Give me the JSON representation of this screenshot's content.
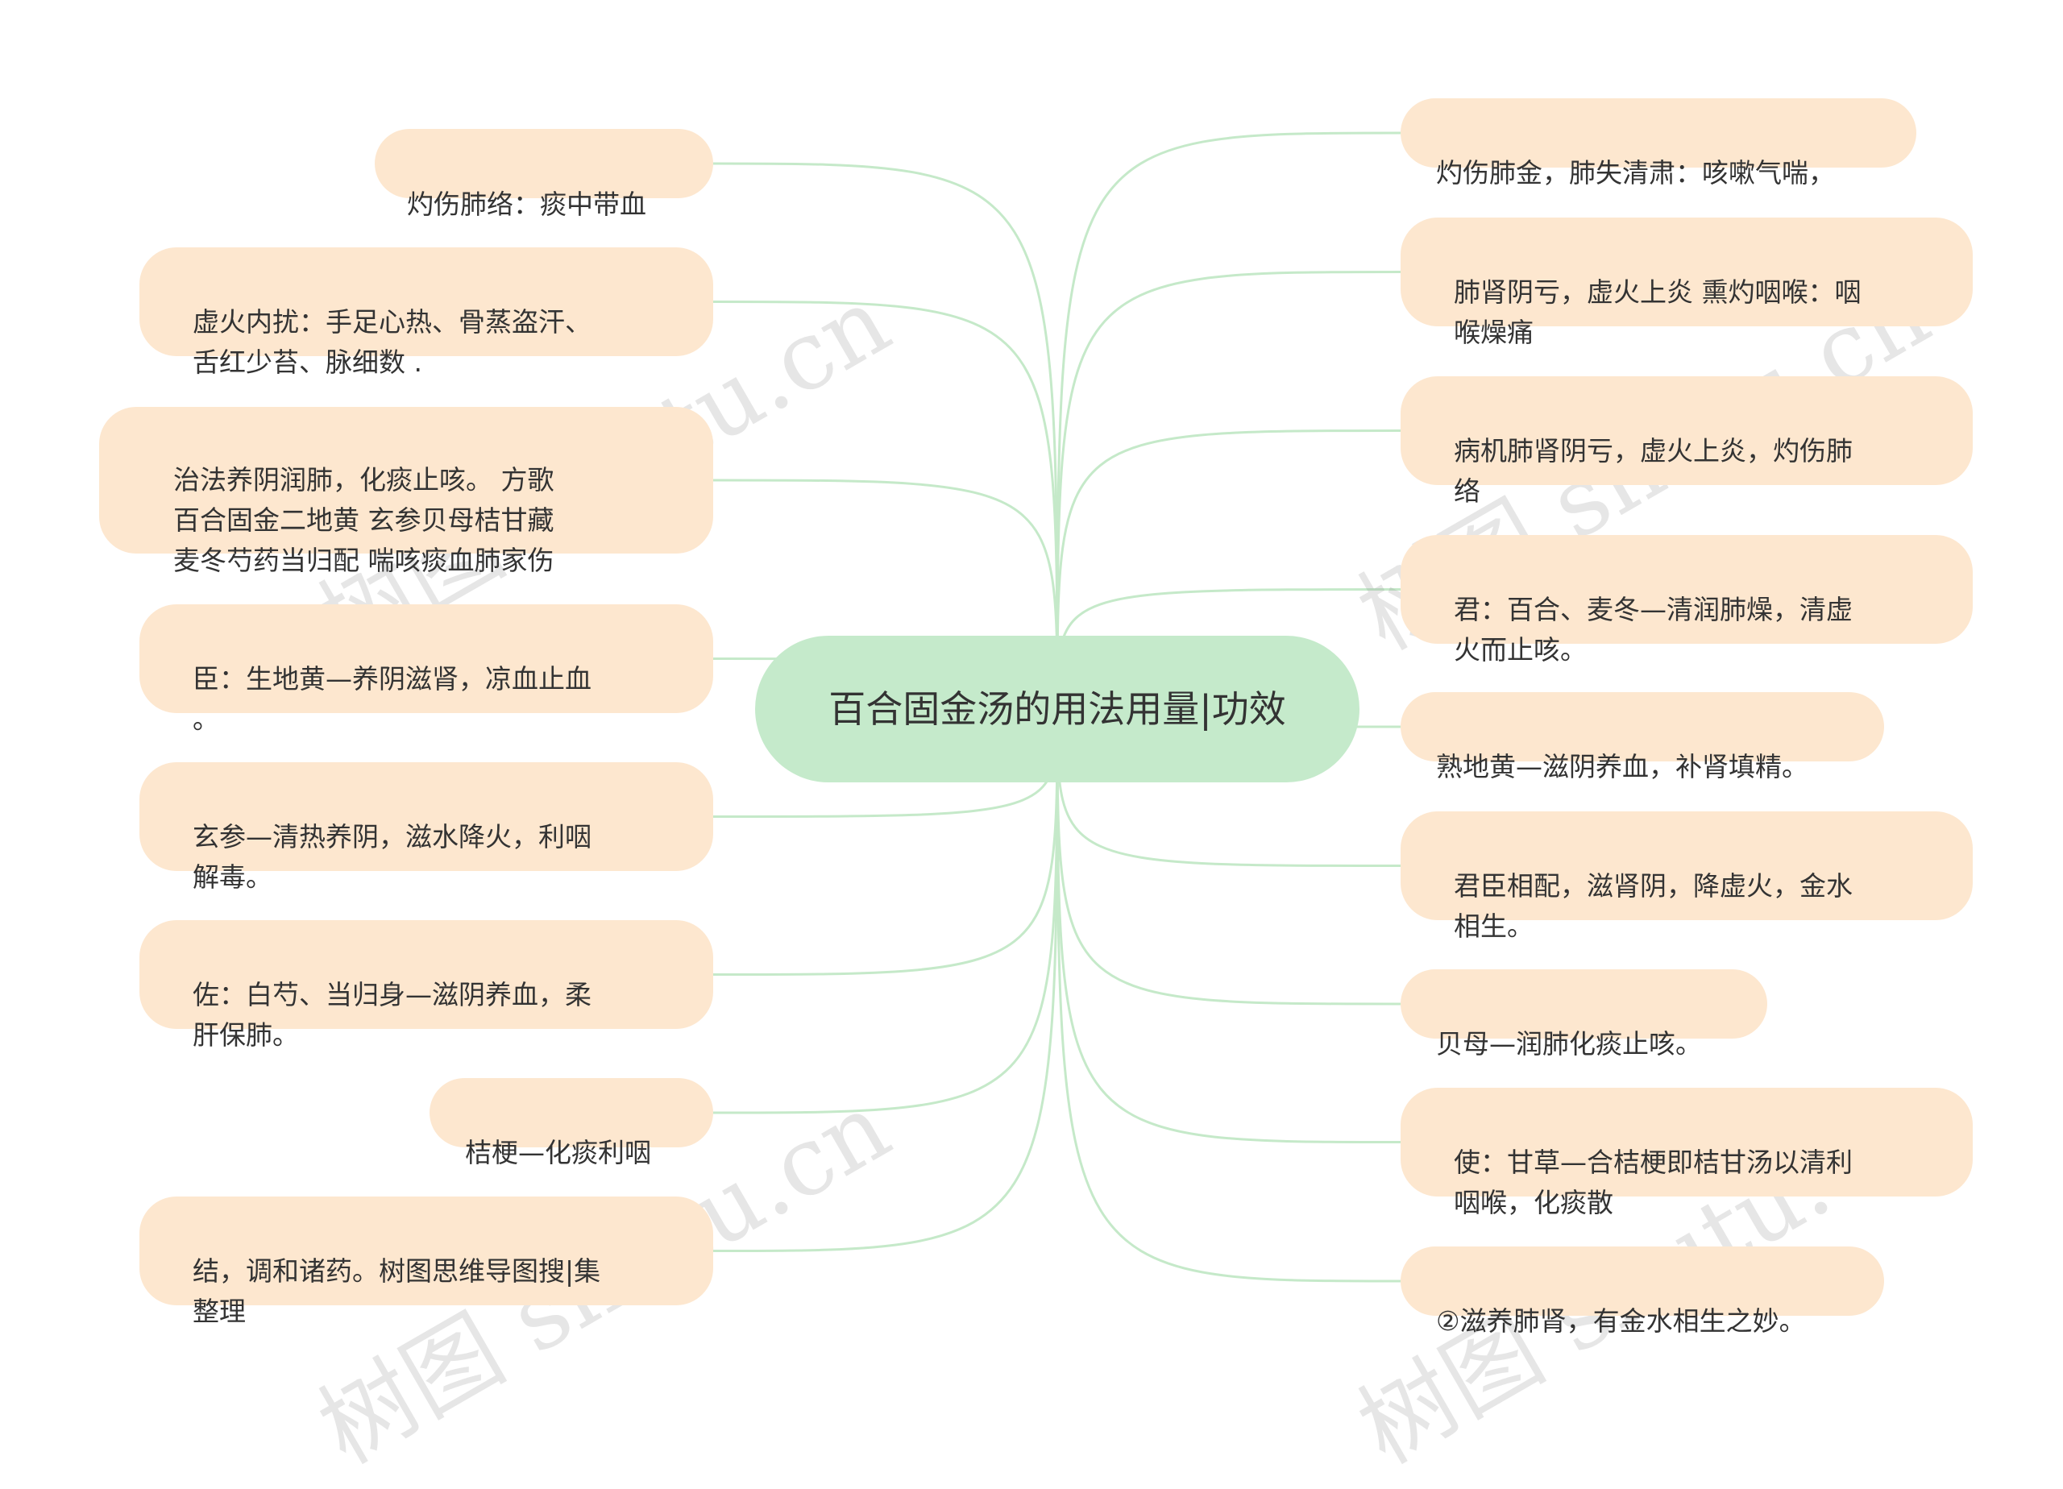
{
  "colors": {
    "link": "#c5e9c9",
    "center_fill": "#c5eacb",
    "leaf_fill": "#fde7cf",
    "text": "#333333"
  },
  "center": {
    "label": "百合固金汤的用法用量|功效"
  },
  "left_nodes": [
    {
      "label": "灼伤肺络：痰中带血"
    },
    {
      "label": "虚火内扰：手足心热、骨蒸盗汗、\n舌红少苔、脉细数 ."
    },
    {
      "label": "治法养阴润肺，化痰止咳。 方歌\n百合固金二地黄 玄参贝母桔甘藏\n麦冬芍药当归配 喘咳痰血肺家伤"
    },
    {
      "label": "臣：生地黄—养阴滋肾，凉血止血\n。"
    },
    {
      "label": "玄参—清热养阴，滋水降火，利咽\n解毒。"
    },
    {
      "label": "佐：白芍、当归身—滋阴养血，柔\n肝保肺。"
    },
    {
      "label": "桔梗—化痰利咽"
    },
    {
      "label": "结，调和诸药。树图思维导图搜|集\n整理"
    }
  ],
  "right_nodes": [
    {
      "label": "灼伤肺金，肺失清肃：咳嗽气喘，"
    },
    {
      "label": "肺肾阴亏，虚火上炎 熏灼咽喉：咽\n喉燥痛"
    },
    {
      "label": "病机肺肾阴亏，虚火上炎，灼伤肺\n络"
    },
    {
      "label": "君：百合、麦冬—清润肺燥，清虚\n火而止咳。"
    },
    {
      "label": "熟地黄—滋阴养血，补肾填精。"
    },
    {
      "label": "君臣相配，滋肾阴，降虚火，金水\n相生。"
    },
    {
      "label": "贝母—润肺化痰止咳。"
    },
    {
      "label": "使：甘草—合桔梗即桔甘汤以清利\n咽喉，化痰散"
    },
    {
      "label": "②滋养肺肾，有金水相生之妙。"
    }
  ],
  "watermark": {
    "text": "树图 shutu.cn"
  }
}
